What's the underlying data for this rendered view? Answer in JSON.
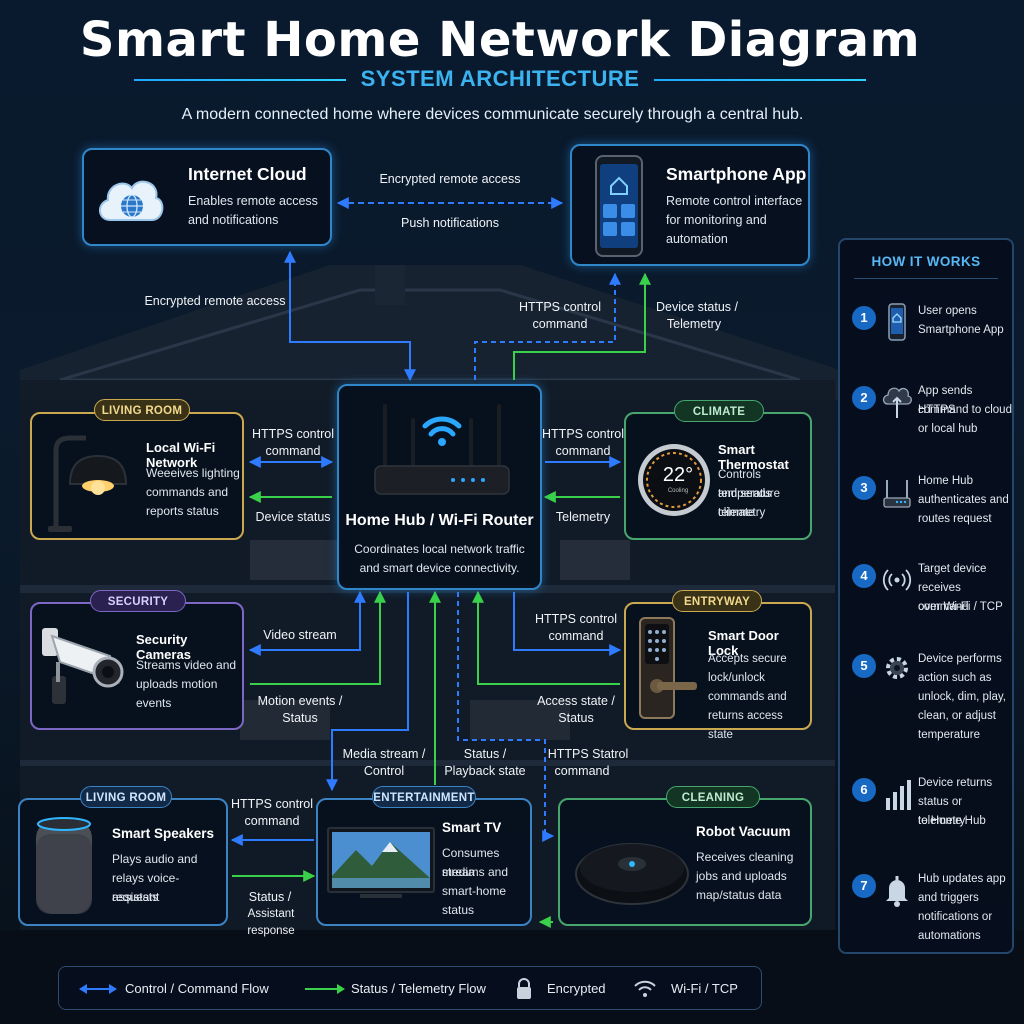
{
  "title": "Smart Home Network Diagram",
  "subtitle": "SYSTEM ARCHITECTURE",
  "intro": "A modern connected home where devices communicate securely through a central hub.",
  "cards": {
    "cloud": {
      "title": "Internet Cloud",
      "desc": [
        "Enables remote access",
        "and notifications"
      ]
    },
    "phone": {
      "title": "Smartphone App",
      "desc": [
        "Remote control interface",
        "for monitoring and",
        "automation"
      ]
    },
    "hub": {
      "title": "Home Hub / Wi-Fi Router",
      "desc": [
        "Coordinates local network traffic",
        "and smart device connectivity."
      ]
    },
    "lighting": {
      "tag": "LIVING ROOM",
      "title": "Local Wi-Fi Network",
      "desc": [
        "Weeeives lighting",
        "commands and",
        "reports status"
      ]
    },
    "thermostat": {
      "tag": "CLIMATE",
      "title": "Smart Thermostat",
      "desc": [
        "Controls temperature",
        "and sends climate",
        "telemetry"
      ],
      "display_temp": "22°",
      "display_sub": "Cooling"
    },
    "cameras": {
      "tag": "SECURITY",
      "title": "Security Cameras",
      "desc": [
        "Streams video and",
        "uploads motion",
        "events"
      ]
    },
    "lock": {
      "tag": "ENTRYWAY",
      "title": "Smart Door Lock",
      "desc": [
        "Accepts secure",
        "lock/unlock",
        "commands and",
        "returns access state"
      ]
    },
    "speakers": {
      "tag": "LIVING ROOM",
      "title": "Smart Speakers",
      "desc": [
        "Plays audio and",
        "relays voice-assistant",
        "requests"
      ]
    },
    "tv": {
      "tag": "ENTERTAINMENT",
      "title": "Smart TV",
      "desc": [
        "Consumes media",
        "streams and",
        "smart-home",
        "status"
      ]
    },
    "vacuum": {
      "tag": "CLEANING",
      "title": "Robot Vacuum",
      "desc": [
        "Receives cleaning",
        "jobs and uploads",
        "map/status data"
      ]
    }
  },
  "flow_labels": {
    "cloud_phone_1": "Encrypted remote access",
    "cloud_phone_2": "Push notifications",
    "cloud_hub": "Encrypted remote access",
    "phone_hub_1": [
      "HTTPS control",
      "command"
    ],
    "phone_hub_2": [
      "Device status /",
      "Telemetry"
    ],
    "light_cmd": [
      "HTTPS control",
      "command"
    ],
    "light_status": "Device status",
    "thermo_cmd": [
      "HTTPS control",
      "command"
    ],
    "thermo_status": "Telemetry",
    "cam_video": "Video stream",
    "cam_motion": [
      "Motion events /",
      "Status"
    ],
    "lock_cmd": [
      "HTTPS control",
      "command"
    ],
    "lock_status": [
      "Access state /",
      "Status"
    ],
    "tv_media": [
      "Media stream /",
      "Control"
    ],
    "tv_status": [
      "Status /",
      "Playback state"
    ],
    "vac_cmd": [
      "HTTPS Statrol",
      "command"
    ],
    "spk_cmd": [
      "HTTPS control",
      "command"
    ],
    "spk_status": [
      "Status /",
      "Assistant response"
    ]
  },
  "how_it_works": {
    "title": "HOW IT WORKS",
    "steps": [
      {
        "num": "1",
        "icon": "smartphone-icon",
        "text": [
          "User opens",
          "Smartphone App"
        ]
      },
      {
        "num": "2",
        "icon": "cloud-upload-icon",
        "text": [
          "App sends HTTPS",
          "command to cloud",
          "or local hub"
        ]
      },
      {
        "num": "3",
        "icon": "router-icon",
        "text": [
          "Home Hub",
          "authenticates and",
          "routes request"
        ]
      },
      {
        "num": "4",
        "icon": "wireless-signal-icon",
        "text": [
          "Target device",
          "receives command",
          "over Wi-Fi / TCP"
        ]
      },
      {
        "num": "5",
        "icon": "gear-icon",
        "text": [
          "Device performs",
          "action such as",
          "unlock, dim, play,",
          "clean, or adjust",
          "temperature"
        ]
      },
      {
        "num": "6",
        "icon": "bar-chart-icon",
        "text": [
          "Device returns",
          "status or telemetry",
          "to Home Hub"
        ]
      },
      {
        "num": "7",
        "icon": "bell-icon",
        "text": [
          "Hub updates app",
          "and triggers",
          "notifications or",
          "automations"
        ]
      }
    ]
  },
  "legend": {
    "control": "Control / Command Flow",
    "status": "Status / Telemetry Flow",
    "encrypted": "Encrypted",
    "wifi": "Wi-Fi / TCP"
  },
  "colors": {
    "control": "#2f7bff",
    "status": "#3ad14a",
    "accent": "#3ab3f0"
  }
}
